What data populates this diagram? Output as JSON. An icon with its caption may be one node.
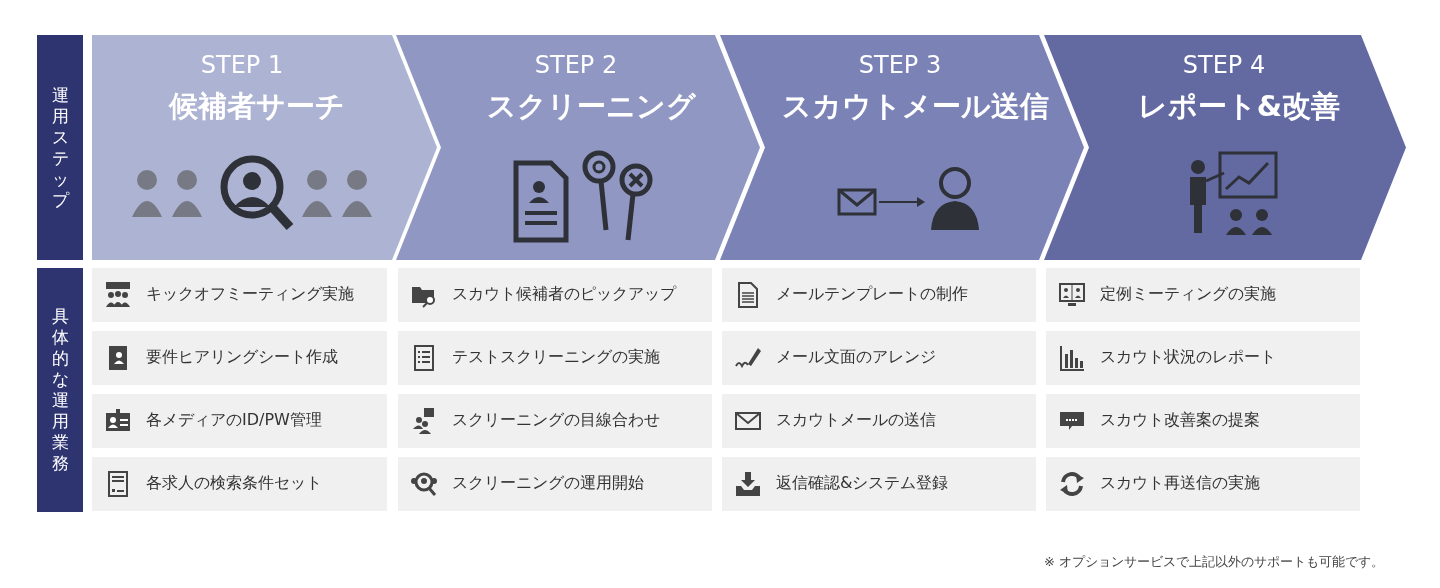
{
  "diagram": {
    "nodes": [
      {
        "text": [
          "運用ステップ"
        ]
      },
      {
        "text": [
          "具体的な運用業務"
        ]
      },
      {
        "text": [
          "STEP 1",
          "候補者サーチ"
        ]
      },
      {
        "text": [
          "STEP 2",
          "スクリーニング"
        ]
      },
      {
        "text": [
          "STEP 3",
          "スカウトメール送信"
        ]
      },
      {
        "text": [
          "STEP 4",
          "レポート&改善"
        ]
      },
      {
        "text": [
          "キックオフミーティング実施"
        ]
      },
      {
        "text": [
          "要件ヒアリングシート作成"
        ]
      },
      {
        "text": [
          "各メディアのID/PW管理"
        ]
      },
      {
        "text": [
          "各求人の検索条件セット"
        ]
      },
      {
        "text": [
          "スカウト候補者のピックアップ"
        ]
      },
      {
        "text": [
          "テストスクリーニングの実施"
        ]
      },
      {
        "text": [
          "スクリーニングの目線合わせ"
        ]
      },
      {
        "text": [
          "スクリーニングの運用開始"
        ]
      },
      {
        "text": [
          "メールテンプレートの制作"
        ]
      },
      {
        "text": [
          "メール文面のアレンジ"
        ]
      },
      {
        "text": [
          "スカウトメールの送信"
        ]
      },
      {
        "text": [
          "返信確認&システム登録"
        ]
      },
      {
        "text": [
          "定例ミーティングの実施"
        ]
      },
      {
        "text": [
          "スカウト状況のレポート"
        ]
      },
      {
        "text": [
          "スカウト改善案の提案"
        ]
      },
      {
        "text": [
          "スカウト再送信の実施"
        ]
      }
    ],
    "labels": [
      "※ オプションサービスで上記以外のサポートも可能です。"
    ]
  }
}
